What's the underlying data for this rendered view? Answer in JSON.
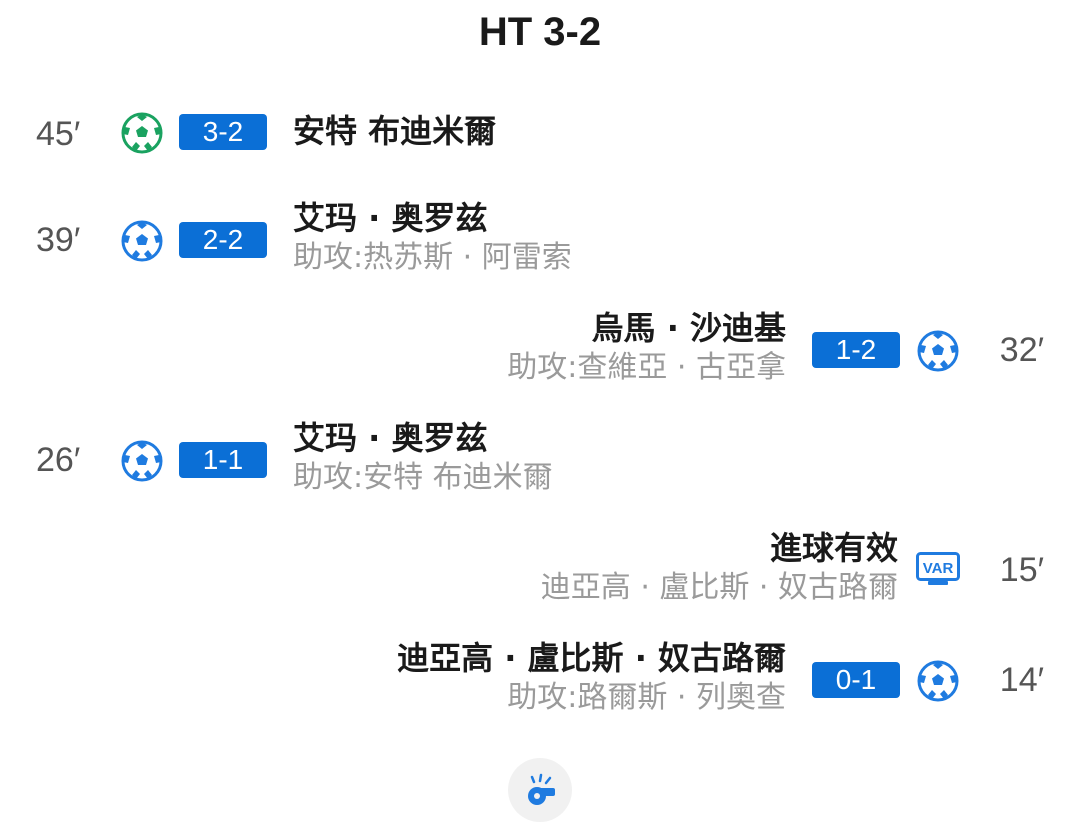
{
  "header": {
    "title": "HT 3-2"
  },
  "events": [
    {
      "side": "left",
      "minute": "45′",
      "type": "goal",
      "score": "3-2",
      "player": "安特 布迪米爾",
      "assist": "",
      "icon": "soccer-ball-green"
    },
    {
      "side": "left",
      "minute": "39′",
      "type": "goal",
      "score": "2-2",
      "player": "艾玛 · 奥罗兹",
      "assist": "助攻:热苏斯 · 阿雷索",
      "icon": "soccer-ball-blue"
    },
    {
      "side": "right",
      "minute": "32′",
      "type": "goal",
      "score": "1-2",
      "player": "烏馬 · 沙迪基",
      "assist": "助攻:查維亞 · 古亞拿",
      "icon": "soccer-ball-blue"
    },
    {
      "side": "left",
      "minute": "26′",
      "type": "goal",
      "score": "1-1",
      "player": "艾玛 · 奥罗兹",
      "assist": "助攻:安特 布迪米爾",
      "icon": "soccer-ball-blue"
    },
    {
      "side": "right",
      "minute": "15′",
      "type": "var",
      "player": "進球有效",
      "assist": "迪亞高 · 盧比斯 · 奴古路爾",
      "icon": "var-icon",
      "var_label": "VAR"
    },
    {
      "side": "right",
      "minute": "14′",
      "type": "goal",
      "score": "0-1",
      "player": "迪亞高 · 盧比斯 · 奴古路爾",
      "assist": "助攻:路爾斯 · 列奧查",
      "icon": "soccer-ball-blue"
    }
  ],
  "footer": {
    "icon": "whistle-icon"
  },
  "colors": {
    "accent": "#0b6fd6",
    "home_ball": "#1aa260",
    "away_ball": "#1f7be0",
    "muted": "#9a9a9a"
  }
}
